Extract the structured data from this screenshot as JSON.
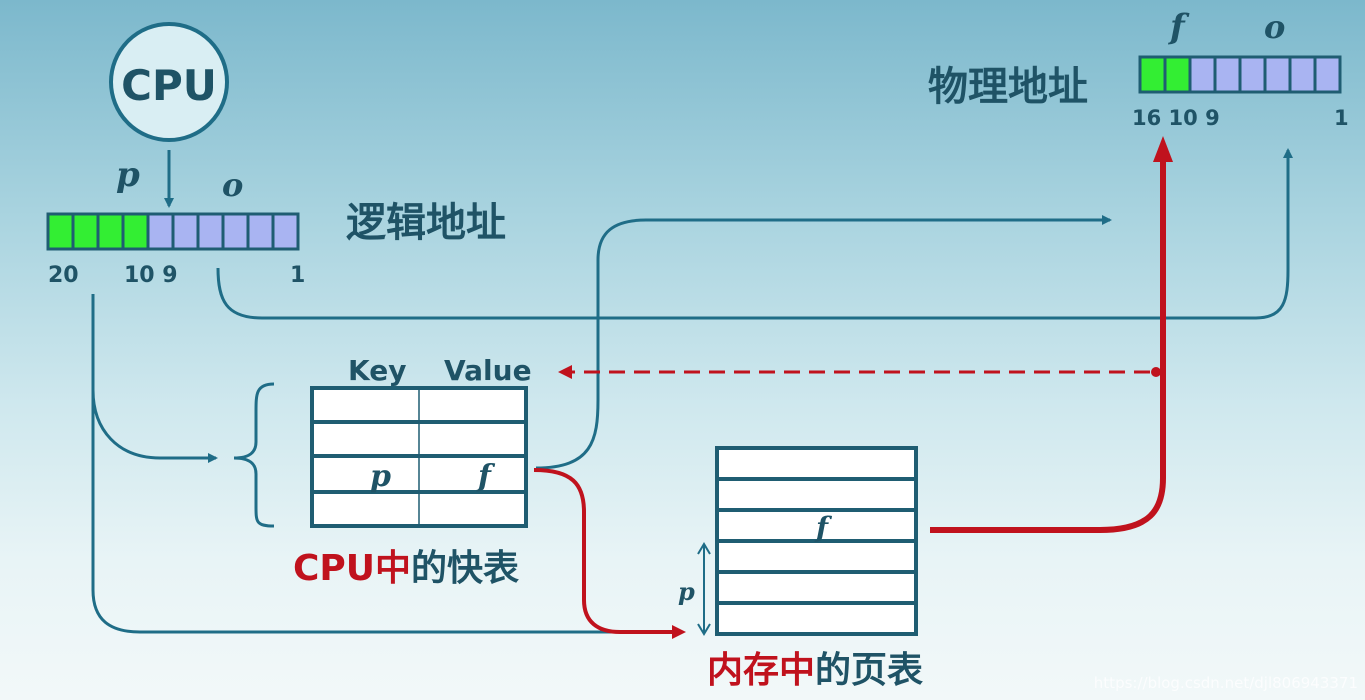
{
  "cpu": {
    "label": "CPU"
  },
  "logical_address": {
    "label": "逻辑地址",
    "page_field": "p",
    "offset_field": "o",
    "bit_labels": [
      "20",
      "10 9",
      "1"
    ],
    "page_bits_color": "#33ee33",
    "offset_bits_color": "#a9b4f2"
  },
  "physical_address": {
    "label": "物理地址",
    "frame_field": "f",
    "offset_field": "o",
    "bit_labels": [
      "16 10 9",
      "1"
    ],
    "frame_bits_color": "#33ee33",
    "offset_bits_color": "#a9b4f2"
  },
  "tlb": {
    "caption_red": "CPU中",
    "caption_rest": "的快表",
    "col_key": "Key",
    "col_value": "Value",
    "row_key": "p",
    "row_value": "f"
  },
  "page_table": {
    "caption_red": "内存中",
    "caption_rest": "的页表",
    "entry": "f",
    "index": "p"
  },
  "colors": {
    "line": "#1f6d87",
    "red": "#c0121d",
    "table_border": "#1f5d72",
    "table_fill": "#ffffff"
  },
  "watermark": "https://blog.csdn.net/djl806943371"
}
